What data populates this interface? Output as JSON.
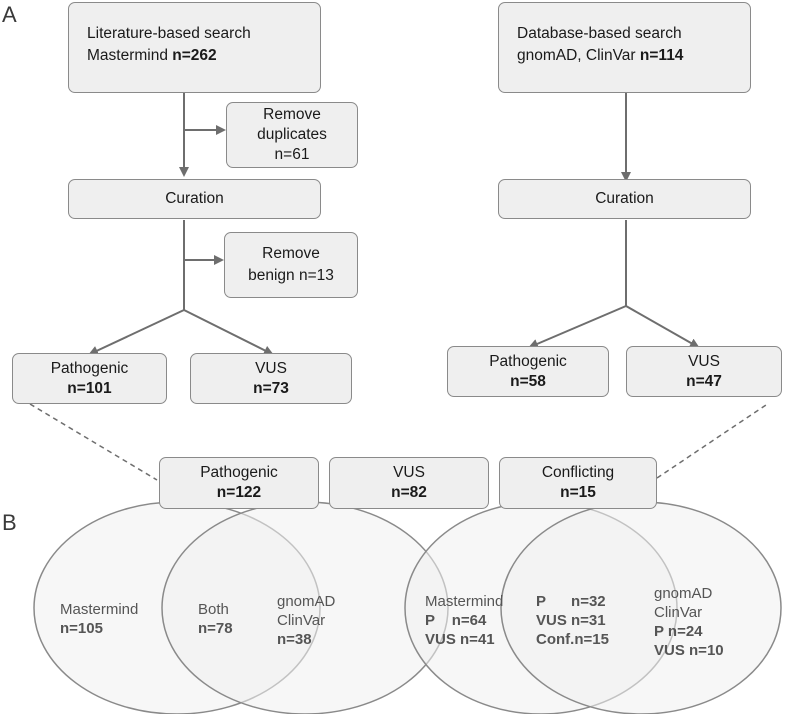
{
  "panels": {
    "a": "A",
    "b": "B"
  },
  "flowchart": {
    "lit_search": {
      "line1": "Literature-based search",
      "line2_prefix": "Mastermind ",
      "line2_bold": "n=262"
    },
    "db_search": {
      "line1": "Database-based search",
      "line2_prefix": "gnomAD, ClinVar ",
      "line2_bold": "n=114"
    },
    "remove_duplicates": {
      "line1": "Remove",
      "line2": "duplicates",
      "line3": "n=61"
    },
    "curation_left": "Curation",
    "curation_right": "Curation",
    "remove_benign": {
      "line1": "Remove",
      "line2": "benign n=13"
    },
    "left_pathogenic": {
      "label": "Pathogenic",
      "count": "n=101"
    },
    "left_vus": {
      "label": "VUS",
      "count": "n=73"
    },
    "right_pathogenic": {
      "label": "Pathogenic",
      "count": "n=58"
    },
    "right_vus": {
      "label": "VUS",
      "count": "n=47"
    },
    "merged_pathogenic": {
      "label": "Pathogenic",
      "count": "n=122"
    },
    "merged_vus": {
      "label": "VUS",
      "count": "n=82"
    },
    "merged_conflicting": {
      "label": "Conflicting",
      "count": "n=15"
    }
  },
  "venn_left": {
    "left_name": "Mastermind",
    "left_count": "n=105",
    "both_name": "Both",
    "both_count": "n=78",
    "right_name1": "gnomAD",
    "right_name2": "ClinVar",
    "right_count": "n=38"
  },
  "venn_right": {
    "left_name": "Mastermind",
    "left_p_label": "P",
    "left_p_count": "n=64",
    "left_vus_label": "VUS",
    "left_vus_count": "n=41",
    "mid_p_label": "P",
    "mid_p_count": "n=32",
    "mid_vus": "VUS n=31",
    "mid_conf": "Conf.n=15",
    "right_name1": "gnomAD",
    "right_name2": "ClinVar",
    "right_p_label": "P",
    "right_p_count": "n=24",
    "right_vus_label": "VUS",
    "right_vus_count": "n=10"
  },
  "colors": {
    "box_fill": "#efefef",
    "box_border": "#8a8a8a",
    "line": "#6e6e6e",
    "venn_fill": "#f1f1f1",
    "venn_text": "#555555"
  }
}
